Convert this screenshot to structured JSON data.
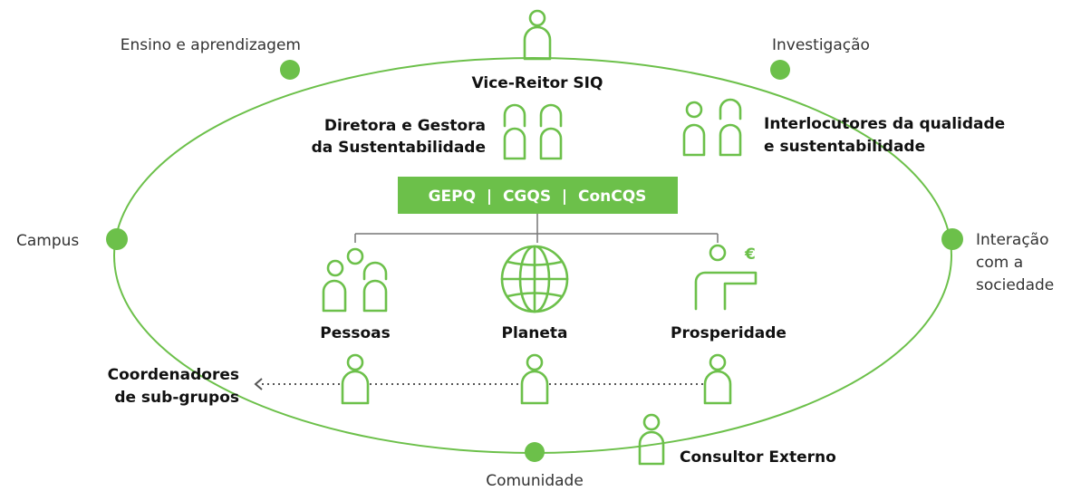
{
  "colors": {
    "green": "#6cc04a",
    "line": "#777777",
    "text": "#111111",
    "box_text": "#ffffff"
  },
  "ring_labels": {
    "ensino": "Ensino e aprendizagem",
    "investigacao": "Investigação",
    "campus": "Campus",
    "interacao_1": "Interação",
    "interacao_2": "com a",
    "interacao_3": "sociedade",
    "comunidade": "Comunidade"
  },
  "roles": {
    "vice_reitor": "Vice-Reitor SIQ",
    "diretora_1": "Diretora e Gestora",
    "diretora_2": "da Sustentabilidade",
    "interlocutores_1": "Interlocutores da qualidade",
    "interlocutores_2": "e sustentabilidade",
    "coordenadores_1": "Coordenadores",
    "coordenadores_2": "de sub-grupos",
    "consultor": "Consultor Externo"
  },
  "center_box": "GEPQ  |  CGQS  |  ConCQS",
  "pillars": {
    "pessoas": "Pessoas",
    "planeta": "Planeta",
    "prosperidade": "Prosperidade"
  },
  "currency_symbol": "€",
  "icons": [
    "person-icon",
    "two-persons-icon",
    "group-icon",
    "globe-icon",
    "presenter-icon",
    "arrow-left-icon"
  ]
}
